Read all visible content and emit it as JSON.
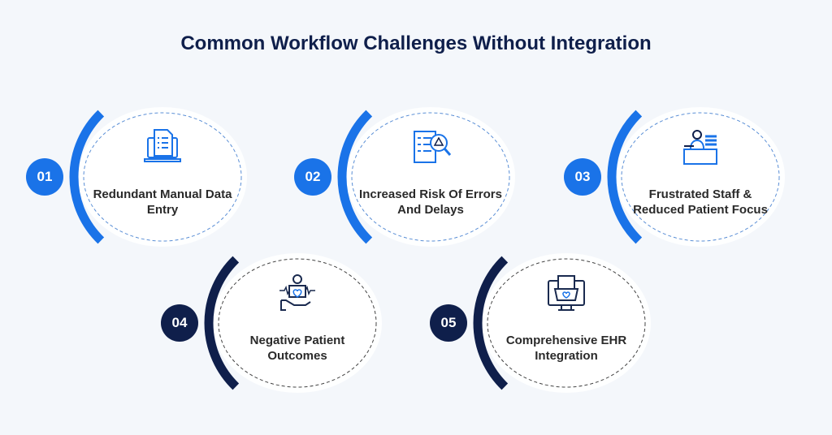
{
  "title": "Common Workflow Challenges Without Integration",
  "colors": {
    "blue": "#1a73e8",
    "navy": "#0f1f4b",
    "icon_blue": "#1a73e8",
    "icon_navy": "#1a2a4f"
  },
  "cards": [
    {
      "number": "01",
      "label": "Redundant Manual Data Entry",
      "icon": "laptop-checklist-icon",
      "theme": "blue"
    },
    {
      "number": "02",
      "label": "Increased Risk Of Errors And Delays",
      "icon": "checklist-warning-magnifier-icon",
      "theme": "blue"
    },
    {
      "number": "03",
      "label": "Frustrated Staff & Reduced Patient Focus",
      "icon": "staff-at-desk-icon",
      "theme": "blue"
    },
    {
      "number": "04",
      "label": "Negative Patient Outcomes",
      "icon": "patient-heart-hand-icon",
      "theme": "navy"
    },
    {
      "number": "05",
      "label": "Comprehensive EHR Integration",
      "icon": "ehr-monitor-folder-icon",
      "theme": "navy"
    }
  ]
}
